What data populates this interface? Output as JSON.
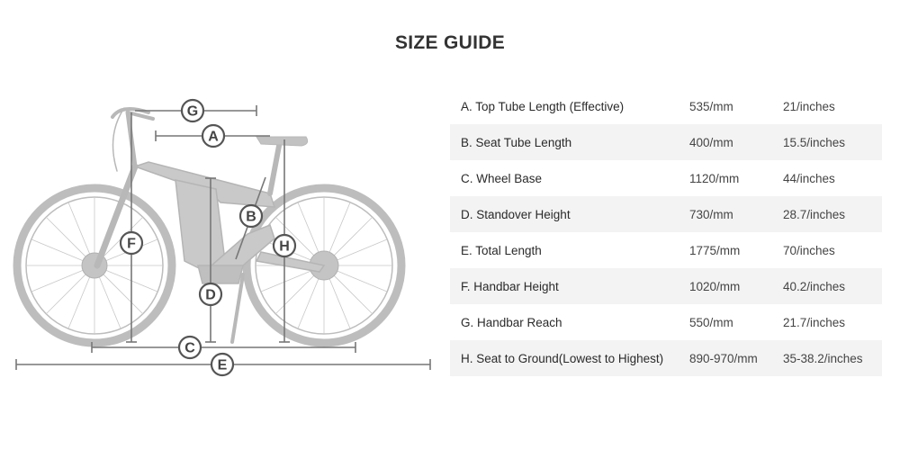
{
  "title": "SIZE GUIDE",
  "diagram_markers": [
    "G",
    "A",
    "B",
    "F",
    "H",
    "D",
    "C",
    "E"
  ],
  "rows": [
    {
      "label": "A. Top Tube Length (Effective)",
      "mm": "535/mm",
      "inches": "21/inches"
    },
    {
      "label": "B. Seat Tube Length",
      "mm": "400/mm",
      "inches": "15.5/inches"
    },
    {
      "label": "C. Wheel Base",
      "mm": "1120/mm",
      "inches": "44/inches"
    },
    {
      "label": "D. Standover Height",
      "mm": "730/mm",
      "inches": "28.7/inches"
    },
    {
      "label": "E. Total Length",
      "mm": "1775/mm",
      "inches": "70/inches"
    },
    {
      "label": "F. Handbar Height",
      "mm": "1020/mm",
      "inches": "40.2/inches"
    },
    {
      "label": "G. Handbar Reach",
      "mm": "550/mm",
      "inches": "21.7/inches"
    },
    {
      "label": "H. Seat to Ground(Lowest to Highest)",
      "mm": "890-970/mm",
      "inches": "35-38.2/inches"
    }
  ]
}
